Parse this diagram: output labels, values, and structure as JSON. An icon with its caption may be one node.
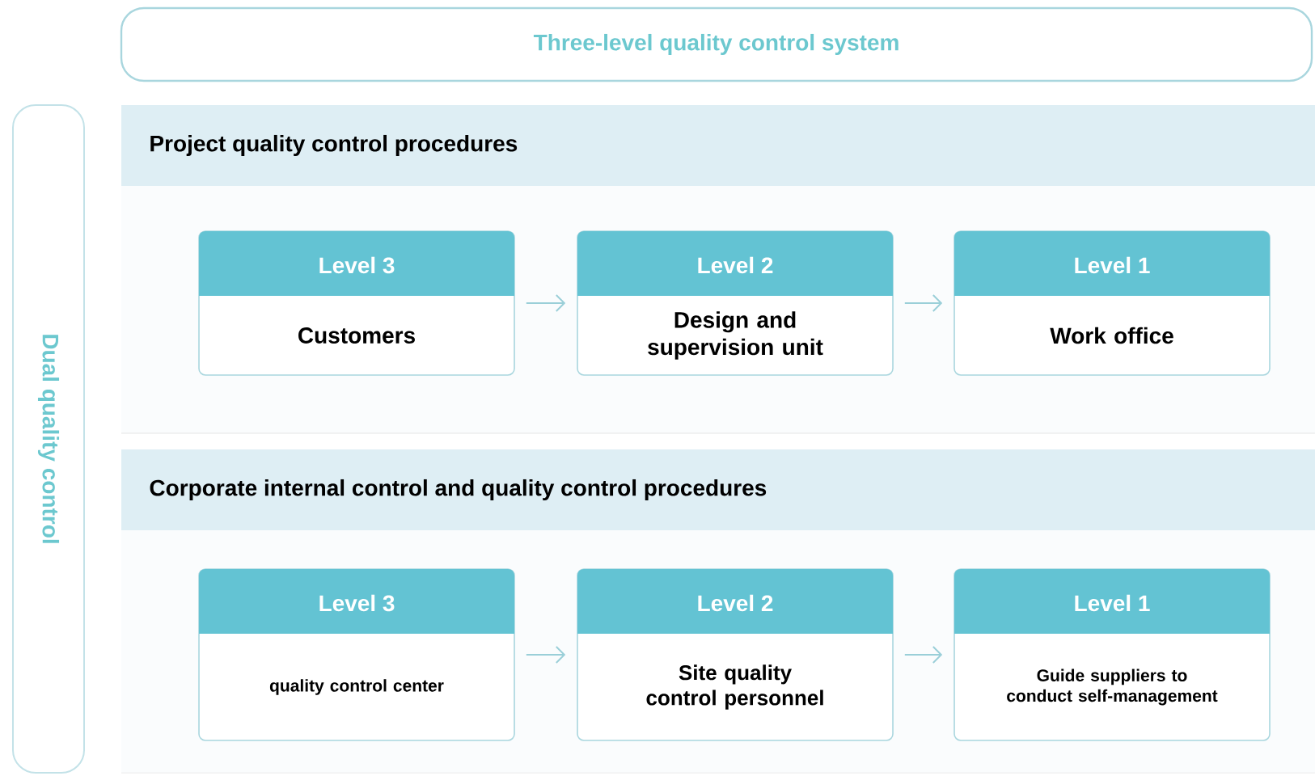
{
  "diagram": {
    "nodes": [
      {
        "text": [
          "Three-level quality control system"
        ]
      },
      {
        "text": [
          "Dual quality control"
        ]
      },
      {
        "text": [
          "Project quality control procedures"
        ]
      },
      {
        "text": [
          "Level 3",
          "Customers"
        ],
        "in": 2
      },
      {
        "text": [
          "Level 2",
          "Design and supervision unit"
        ],
        "in": 2
      },
      {
        "text": [
          "Level 1",
          "Work office"
        ],
        "in": 2
      },
      {
        "text": [
          "Corporate internal control and quality control procedures"
        ]
      },
      {
        "text": [
          "Level 3",
          "quality control center"
        ],
        "in": 6
      },
      {
        "text": [
          "Level 2",
          "Site quality control personnel"
        ],
        "in": 6
      },
      {
        "text": [
          "Level 1",
          "Guide suppliers to conduct self-management"
        ],
        "in": 6
      }
    ],
    "edges": [
      {
        "from": 3,
        "to": 4,
        "arrow": "to"
      },
      {
        "from": 4,
        "to": 5,
        "arrow": "to"
      },
      {
        "from": 7,
        "to": 8,
        "arrow": "to"
      },
      {
        "from": 8,
        "to": 9,
        "arrow": "to"
      }
    ]
  }
}
